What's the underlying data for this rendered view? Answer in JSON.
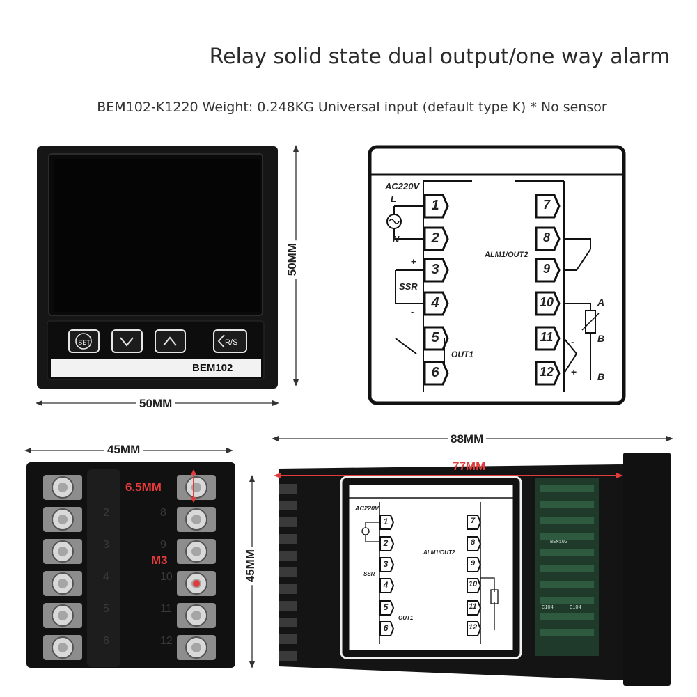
{
  "header": {
    "title": "Relay solid state dual output/one way alarm",
    "subtitle": "BEM102-K1220 Weight: 0.248KG Universal input (default type K) * No sensor"
  },
  "front_panel": {
    "model_label": "BEM102",
    "buttons": {
      "set": "SET",
      "down": "∨",
      "up": "∧",
      "rs": "R/S"
    },
    "height_dim": "50MM",
    "width_dim": "50MM"
  },
  "wiring": {
    "power_label": "AC220V",
    "line_label": "L",
    "neutral_label": "N",
    "ssr_label": "SSR",
    "plus": "+",
    "minus": "-",
    "out1_label": "OUT1",
    "alarm_label": "ALM1/OUT2",
    "sensor_a": "A",
    "sensor_b1": "B",
    "sensor_b2": "B",
    "terminals_left": [
      "1",
      "2",
      "3",
      "4",
      "5",
      "6"
    ],
    "terminals_right": [
      "7",
      "8",
      "9",
      "10",
      "11",
      "12"
    ]
  },
  "rear_panel": {
    "width_dim": "45MM",
    "pitch_dim": "6.5MM",
    "screw_dim": "M3",
    "terminal_numbers": [
      "2",
      "3",
      "4",
      "5",
      "6",
      "8",
      "9",
      "10",
      "11",
      "12"
    ]
  },
  "side_panel": {
    "length_dim": "88MM",
    "body_dim": "77MM",
    "height_dim": "45MM",
    "board_labels": [
      "BEM102",
      "C104",
      "C104"
    ]
  },
  "colors": {
    "accent_red": "#e23b3b",
    "device_black": "#141414"
  }
}
